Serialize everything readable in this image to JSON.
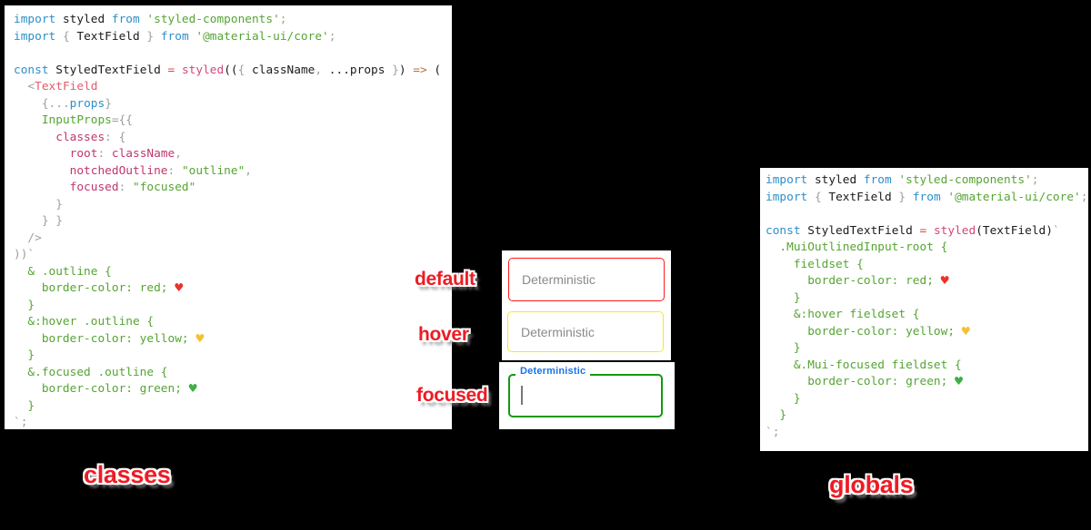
{
  "labels": {
    "default": "default",
    "hover": "hover",
    "focused": "focused",
    "classes": "classes",
    "globals": "globals",
    "label_color": "#ee1b24"
  },
  "middle": {
    "placeholder_color": "#8a8a8a",
    "fields": [
      {
        "state": "default",
        "placeholder": "Deterministic",
        "border": "#ff1717"
      },
      {
        "state": "hover",
        "placeholder": "Deterministic",
        "border": "#ffeb00"
      },
      {
        "state": "focused",
        "label": "Deterministic",
        "border": "#0f9b0f",
        "label_color": "#1a73e8"
      }
    ]
  },
  "heart_glyph": "♥",
  "code_colors": {
    "keyword": "#2b8fcb",
    "string": "#55a532",
    "css": "#55a532",
    "function": "#d6457c",
    "component": "#e05c6f",
    "object_key": "#c0366f",
    "punctuation": "#9e9e9e",
    "plain": "#1b1b1b",
    "arrow": "#b5703f",
    "assign": "#e0434b",
    "heart_red": "#e8342c",
    "heart_yellow": "#f2c233",
    "heart_green": "#3fae49"
  },
  "code_left": {
    "lines": [
      [
        [
          "k",
          "import"
        ],
        [
          "t",
          " styled "
        ],
        [
          "k",
          "from"
        ],
        [
          "s",
          " 'styled-components'"
        ],
        [
          "p",
          ";"
        ]
      ],
      [
        [
          "k",
          "import"
        ],
        [
          "p",
          " { "
        ],
        [
          "t",
          "TextField"
        ],
        [
          "p",
          " } "
        ],
        [
          "k",
          "from"
        ],
        [
          "s",
          " '@material-ui/core'"
        ],
        [
          "p",
          ";"
        ]
      ],
      [],
      [
        [
          "k",
          "const"
        ],
        [
          "t",
          " StyledTextField "
        ],
        [
          "r",
          "="
        ],
        [
          "t",
          " "
        ],
        [
          "f",
          "styled"
        ],
        [
          "t",
          "(("
        ],
        [
          "p",
          "{ "
        ],
        [
          "t",
          "className"
        ],
        [
          "p",
          ", "
        ],
        [
          "t",
          "...props"
        ],
        [
          "p",
          " }"
        ],
        [
          "t",
          ") "
        ],
        [
          "o",
          "=>"
        ],
        [
          "t",
          " ("
        ]
      ],
      [
        [
          "t",
          "  "
        ],
        [
          "p",
          "<"
        ],
        [
          "c",
          "TextField"
        ]
      ],
      [
        [
          "t",
          "    "
        ],
        [
          "p",
          "{..."
        ],
        [
          "b",
          "props"
        ],
        [
          "p",
          "}"
        ]
      ],
      [
        [
          "t",
          "    "
        ],
        [
          "g",
          "InputProps"
        ],
        [
          "p",
          "={{"
        ]
      ],
      [
        [
          "t",
          "      "
        ],
        [
          "m",
          "classes"
        ],
        [
          "p",
          ": {"
        ]
      ],
      [
        [
          "t",
          "        "
        ],
        [
          "m",
          "root"
        ],
        [
          "p",
          ": "
        ],
        [
          "m",
          "className"
        ],
        [
          "p",
          ","
        ]
      ],
      [
        [
          "t",
          "        "
        ],
        [
          "m",
          "notchedOutline"
        ],
        [
          "p",
          ": "
        ],
        [
          "s",
          "\"outline\""
        ],
        [
          "p",
          ","
        ]
      ],
      [
        [
          "t",
          "        "
        ],
        [
          "m",
          "focused"
        ],
        [
          "p",
          ": "
        ],
        [
          "s",
          "\"focused\""
        ]
      ],
      [
        [
          "t",
          "      "
        ],
        [
          "p",
          "}"
        ]
      ],
      [
        [
          "t",
          "    "
        ],
        [
          "p",
          "} }"
        ]
      ],
      [
        [
          "t",
          "  "
        ],
        [
          "p",
          "/>"
        ]
      ],
      [
        [
          "p",
          "))`"
        ]
      ],
      [
        [
          "g",
          "  & .outline {"
        ]
      ],
      [
        [
          "g",
          "    border-color: red; "
        ],
        [
          "heart",
          "red"
        ]
      ],
      [
        [
          "g",
          "  }"
        ]
      ],
      [
        [
          "g",
          "  &:hover .outline {"
        ]
      ],
      [
        [
          "g",
          "    border-color: yellow; "
        ],
        [
          "heart",
          "yellow"
        ]
      ],
      [
        [
          "g",
          "  }"
        ]
      ],
      [
        [
          "g",
          "  &.focused .outline {"
        ]
      ],
      [
        [
          "g",
          "    border-color: green; "
        ],
        [
          "heart",
          "green"
        ]
      ],
      [
        [
          "g",
          "  }"
        ]
      ],
      [
        [
          "p",
          "`;"
        ]
      ]
    ]
  },
  "code_right": {
    "lines": [
      [
        [
          "k",
          "import"
        ],
        [
          "t",
          " styled "
        ],
        [
          "k",
          "from"
        ],
        [
          "s",
          " 'styled-components'"
        ],
        [
          "p",
          ";"
        ]
      ],
      [
        [
          "k",
          "import"
        ],
        [
          "p",
          " { "
        ],
        [
          "t",
          "TextField"
        ],
        [
          "p",
          " } "
        ],
        [
          "k",
          "from"
        ],
        [
          "s",
          " '@material-ui/core'"
        ],
        [
          "p",
          ";"
        ]
      ],
      [],
      [
        [
          "k",
          "const"
        ],
        [
          "t",
          " StyledTextField "
        ],
        [
          "r",
          "="
        ],
        [
          "t",
          " "
        ],
        [
          "f",
          "styled"
        ],
        [
          "t",
          "(TextField)"
        ],
        [
          "p",
          "`"
        ]
      ],
      [
        [
          "g",
          "  .MuiOutlinedInput-root {"
        ]
      ],
      [
        [
          "g",
          "    fieldset {"
        ]
      ],
      [
        [
          "g",
          "      border-color: red; "
        ],
        [
          "heart",
          "red"
        ]
      ],
      [
        [
          "g",
          "    }"
        ]
      ],
      [
        [
          "g",
          "    &:hover fieldset {"
        ]
      ],
      [
        [
          "g",
          "      border-color: yellow; "
        ],
        [
          "heart",
          "yellow"
        ]
      ],
      [
        [
          "g",
          "    }"
        ]
      ],
      [
        [
          "g",
          "    &.Mui-focused fieldset {"
        ]
      ],
      [
        [
          "g",
          "      border-color: green; "
        ],
        [
          "heart",
          "green"
        ]
      ],
      [
        [
          "g",
          "    }"
        ]
      ],
      [
        [
          "g",
          "  }"
        ]
      ],
      [
        [
          "p",
          "`;"
        ]
      ]
    ]
  }
}
